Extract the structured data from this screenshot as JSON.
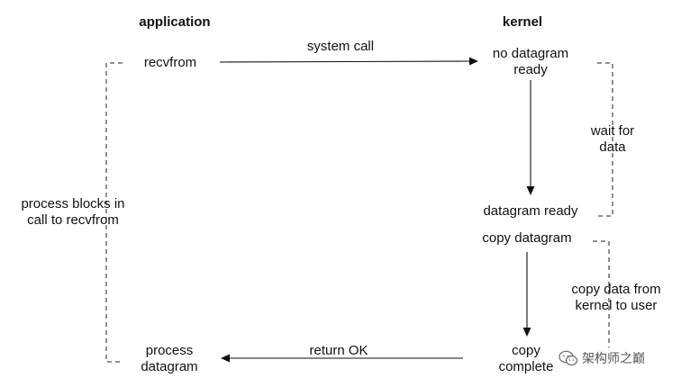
{
  "headers": {
    "application": "application",
    "kernel": "kernel"
  },
  "application": {
    "recvfrom": "recvfrom",
    "process_line1": "process",
    "process_line2": "datagram",
    "blocks_line1": "process blocks in",
    "blocks_line2": "call to recvfrom"
  },
  "kernel": {
    "no_datagram_line1": "no datagram",
    "no_datagram_line2": "ready",
    "datagram_ready": "datagram ready",
    "copy_datagram": "copy datagram",
    "copy_complete_line1": "copy",
    "copy_complete_line2": "complete",
    "wait_line1": "wait for",
    "wait_line2": "data",
    "copy_data_line1": "copy data from",
    "copy_data_line2": "kernel to user"
  },
  "messages": {
    "system_call": "system call",
    "return_ok": "return OK"
  },
  "watermark": {
    "text": "架构师之巅",
    "icon": "wechat-icon"
  },
  "colors": {
    "line": "#111111",
    "text": "#111111",
    "watermark": "#555555"
  }
}
